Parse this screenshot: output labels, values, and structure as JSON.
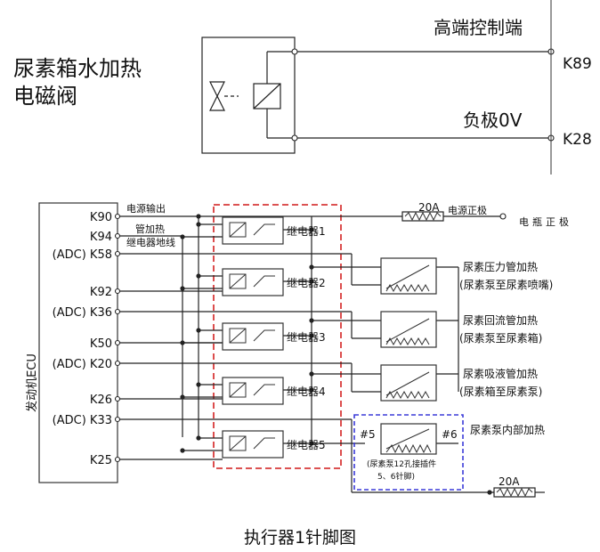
{
  "top": {
    "component_label_line1": "尿素箱水加热",
    "component_label_line2": "电磁阀",
    "high_side_label": "高端控制端",
    "negative_label": "负极0V",
    "pin_top": "K89",
    "pin_bottom": "K28"
  },
  "ecu": {
    "label": "发动机ECU",
    "pins": [
      {
        "adc": "",
        "pin": "K90"
      },
      {
        "adc": "",
        "pin": "K94"
      },
      {
        "adc": "(ADC)",
        "pin": "K58"
      },
      {
        "adc": "",
        "pin": "K92"
      },
      {
        "adc": "(ADC)",
        "pin": "K36"
      },
      {
        "adc": "",
        "pin": "K50"
      },
      {
        "adc": "(ADC)",
        "pin": "K20"
      },
      {
        "adc": "",
        "pin": "K26"
      },
      {
        "adc": "(ADC)",
        "pin": "K33"
      },
      {
        "adc": "",
        "pin": "K25"
      }
    ]
  },
  "wires": {
    "power_out": "电源输出",
    "pipe_heat": "管加热",
    "relay_ground": "继电器地线",
    "power_positive": "电源正极",
    "battery_positive": "电瓶正极"
  },
  "relays": [
    "继电器1",
    "继电器2",
    "继电器3",
    "继电器4",
    "继电器5"
  ],
  "fuses": [
    "20A",
    "20A"
  ],
  "heaters": [
    {
      "name": "尿素压力管加热",
      "desc": "(尿素泵至尿素喷嘴)"
    },
    {
      "name": "尿素回流管加热",
      "desc": "(尿素泵至尿素箱)"
    },
    {
      "name": "尿素吸液管加热",
      "desc": "(尿素箱至尿素泵)"
    }
  ],
  "pump": {
    "name": "尿素泵内部加热",
    "pin_left": "#5",
    "pin_right": "#6",
    "note_line1": "(尿素泵12孔接插件",
    "note_line2": "5、6针脚)"
  },
  "caption": "执行器1针脚图",
  "colors": {
    "relay_box": "#d83a3a",
    "pump_box": "#3a3ad8"
  }
}
